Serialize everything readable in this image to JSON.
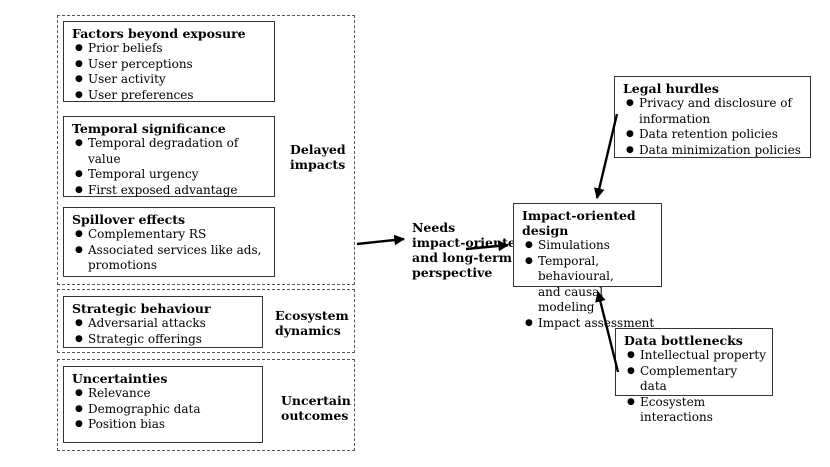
{
  "groups": {
    "delayed": {
      "label_line1": "Delayed",
      "label_line2": "impacts",
      "boxes": [
        {
          "title": "Factors beyond exposure",
          "items": [
            "Prior beliefs",
            "User perceptions",
            "User activity",
            "User preferences"
          ]
        },
        {
          "title": "Temporal significance",
          "items": [
            "Temporal degradation of value",
            "Temporal urgency",
            "First exposed advantage"
          ]
        },
        {
          "title": "Spillover effects",
          "items": [
            "Complementary RS",
            "Associated services like ads,",
            "promotions"
          ]
        }
      ]
    },
    "ecosystem": {
      "label_line1": "Ecosystem",
      "label_line2": "dynamics",
      "box": {
        "title": "Strategic behaviour",
        "items": [
          "Adversarial attacks",
          "Strategic offerings"
        ]
      }
    },
    "uncertain": {
      "label_line1": "Uncertain",
      "label_line2": "outcomes",
      "box": {
        "title": "Uncertainties",
        "items": [
          "Relevance",
          "Demographic data",
          "Position bias"
        ]
      }
    }
  },
  "needs": {
    "line1": "Needs",
    "line2": "impact-oriented",
    "line3": "and long-term",
    "line4": "perspective"
  },
  "legal": {
    "title": "Legal hurdles",
    "items": [
      "Privacy and disclosure of",
      "information",
      "Data retention policies",
      "Data minimization policies"
    ]
  },
  "design": {
    "title": "Impact-oriented design",
    "items": [
      "Simulations",
      "Temporal, behavioural,",
      "and causal modeling",
      "Impact assessment"
    ]
  },
  "bottlenecks": {
    "title": "Data bottlenecks",
    "items": [
      "Intellectual property",
      "Complementary data",
      "Ecosystem interactions"
    ]
  }
}
